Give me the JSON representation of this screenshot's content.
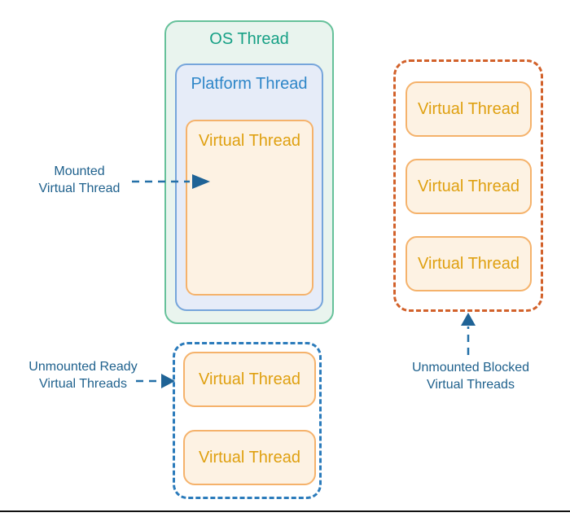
{
  "diagram": {
    "os_thread": {
      "label": "OS Thread"
    },
    "platform_thread": {
      "label": "Platform Thread"
    },
    "mounted_virtual_thread": {
      "label": "Virtual Thread"
    },
    "blocked_group": {
      "items": [
        "Virtual Thread",
        "Virtual Thread",
        "Virtual Thread"
      ]
    },
    "ready_group": {
      "items": [
        "Virtual Thread",
        "Virtual Thread"
      ]
    }
  },
  "annotations": {
    "mounted": {
      "lines": [
        "Mounted",
        "Virtual Thread"
      ]
    },
    "ready": {
      "lines": [
        "Unmounted Ready",
        "Virtual Threads"
      ]
    },
    "blocked": {
      "lines": [
        "Unmounted Blocked",
        "Virtual Threads"
      ]
    }
  },
  "colors": {
    "os_border": "#66C19A",
    "os_fill": "#E9F4EE",
    "os_text": "#16A085",
    "platform_border": "#76A5DB",
    "platform_fill": "#E6ECF8",
    "platform_text": "#2E86C8",
    "virtual_border": "#F5B26B",
    "virtual_fill": "#FDF2E3",
    "virtual_text": "#DFA010",
    "blocked_dash_border": "#D2612A",
    "ready_dash_border": "#2B7BBB",
    "annotation_text": "#1F618D",
    "arrow": "#2470A8",
    "footer_line": "#111111"
  }
}
